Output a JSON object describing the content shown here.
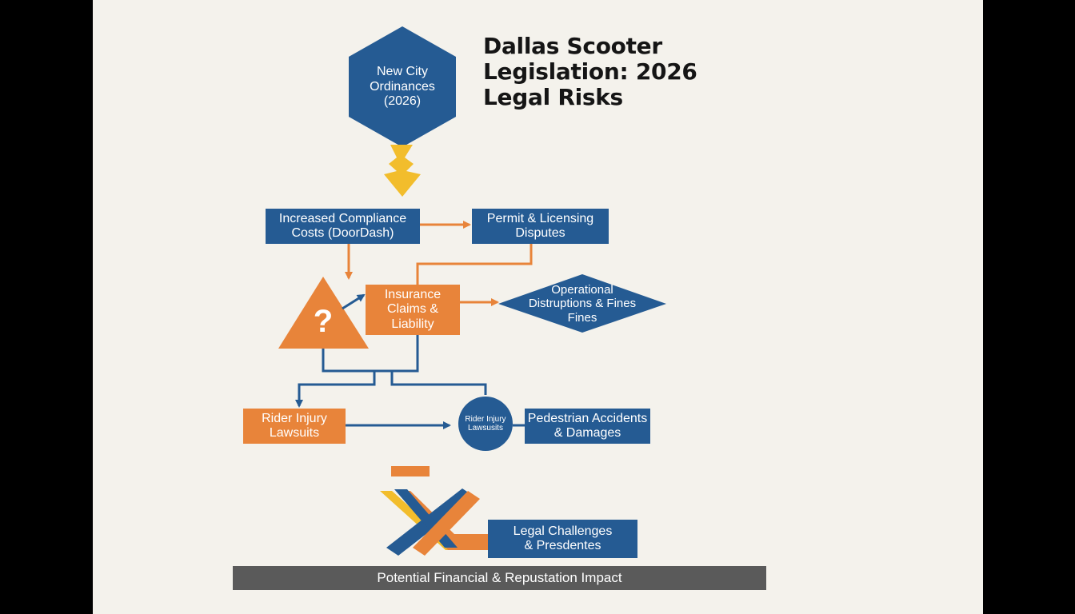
{
  "title": "Dallas Scooter\nLegislation: 2026\n Legal Risks",
  "nodes": {
    "ordinances": "New City\nOrdinances\n(2026)",
    "compliance": "Increased Compliance\nCosts (DoorDash)",
    "permit": "Permit & Licensing\nDisputes",
    "unknown_symbol": "?",
    "insurance": "Insurance\nClaims &\nLiability",
    "operational": "Operational\nDistruptions & Fines\nFines",
    "rider": "Rider Injury\nLawsuits",
    "circle": "Rider Injury\nLawsusits",
    "pedestrian": "Pedestrian Accidents\n& Damages",
    "legal": "Legal Challenges\n& Presdentes",
    "impact_bar": "Potential Financial & Repustation Impact"
  },
  "colors": {
    "blue": "#255b93",
    "blue_dark": "#1e4f83",
    "orange": "#e8843a",
    "yellow": "#f2bd2c",
    "gray_bar": "#5a5a5a",
    "background": "#f4f2ec"
  },
  "icons": {
    "lightning": "lightning-bolt-icon",
    "warning": "warning-triangle-icon",
    "crossed_arrows": "crossed-arrows-icon"
  }
}
